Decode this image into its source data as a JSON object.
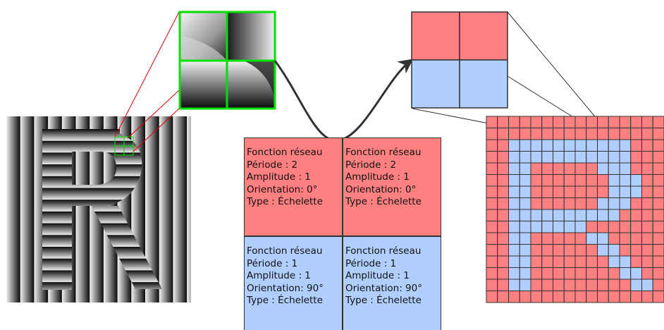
{
  "colors": {
    "red_region": "#ff8080",
    "blue_region": "#b0cfff",
    "grid_line": "#333333",
    "highlight": "#00e000",
    "connector": "#e00000"
  },
  "grating_table": {
    "cells": [
      {
        "lines": [
          "Fonction réseau",
          "Période : 2",
          "Amplitude : 1",
          "Orientation: 0°",
          "Type : Échelette"
        ],
        "color": "red_region"
      },
      {
        "lines": [
          "Fonction réseau",
          "Période : 2",
          "Amplitude : 1",
          "Orientation: 0°",
          "Type : Échelette"
        ],
        "color": "red_region"
      },
      {
        "lines": [
          "Fonction réseau",
          "Période : 1",
          "Amplitude : 1",
          "Orientation: 90°",
          "Type : Échelette"
        ],
        "color": "blue_region"
      },
      {
        "lines": [
          "Fonction réseau",
          "Période : 1",
          "Amplitude : 1",
          "Orientation: 90°",
          "Type : Échelette"
        ],
        "color": "blue_region"
      }
    ]
  },
  "pixel_map": {
    "cols": 16,
    "rows": 16,
    "letter": "R"
  },
  "zoom_patch": {
    "top_row": "red_region",
    "bottom_row": "blue_region"
  }
}
